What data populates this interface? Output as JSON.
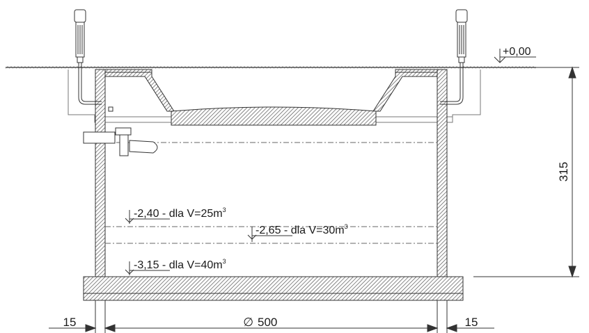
{
  "levels": {
    "ground": "+0,00",
    "l1": {
      "value": "-2,40",
      "text": " - dla V=25m",
      "sup": "3"
    },
    "l2": {
      "value": "-2,65",
      "text": " - dla V=30m",
      "sup": "3"
    },
    "l3": {
      "value": "-3,15",
      "text": " - dla V=40m",
      "sup": "3"
    }
  },
  "dimensions": {
    "height": "315",
    "diameter_symbol": "∅",
    "diameter": "500",
    "wall_left": "15",
    "wall_right": "15"
  }
}
